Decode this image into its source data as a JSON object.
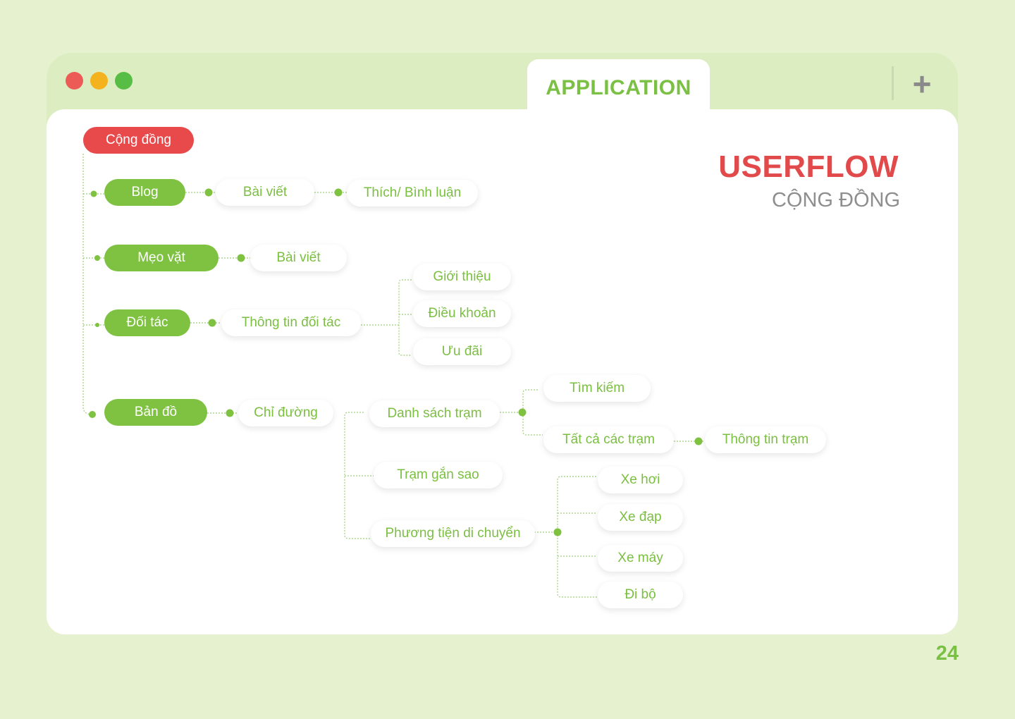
{
  "window": {
    "tab_label": "APPLICATION",
    "add_tab_symbol": "+",
    "dots": [
      "#ec5b56",
      "#f5b21f",
      "#58bd45"
    ]
  },
  "header": {
    "title": "USERFLOW",
    "subtitle": "CỘNG ĐỒNG"
  },
  "page_number": "24",
  "colors": {
    "green": "#7fc241",
    "red": "#e84a4c",
    "text_green": "#7bbf41",
    "line": "#9fcf7a"
  },
  "nodes": {
    "root": "Cộng đồng",
    "blog": "Blog",
    "blog_post": "Bài viết",
    "like_comment": "Thích/ Bình luận",
    "tips": "Mẹo vặt",
    "tips_post": "Bài viết",
    "partner": "Đối tác",
    "partner_info": "Thông tin đối tác",
    "intro": "Giới thiệu",
    "terms": "Điều khoản",
    "offers": "Ưu đãi",
    "map": "Bản đồ",
    "directions": "Chỉ đường",
    "station_list": "Danh sách trạm",
    "search": "Tìm kiếm",
    "all_stations": "Tất cả các trạm",
    "station_info": "Thông tin trạm",
    "starred": "Trạm gắn sao",
    "transport": "Phương tiện di chuyển",
    "car": "Xe hơi",
    "bicycle": "Xe đạp",
    "motorbike": "Xe máy",
    "walk": "Đi bộ"
  }
}
